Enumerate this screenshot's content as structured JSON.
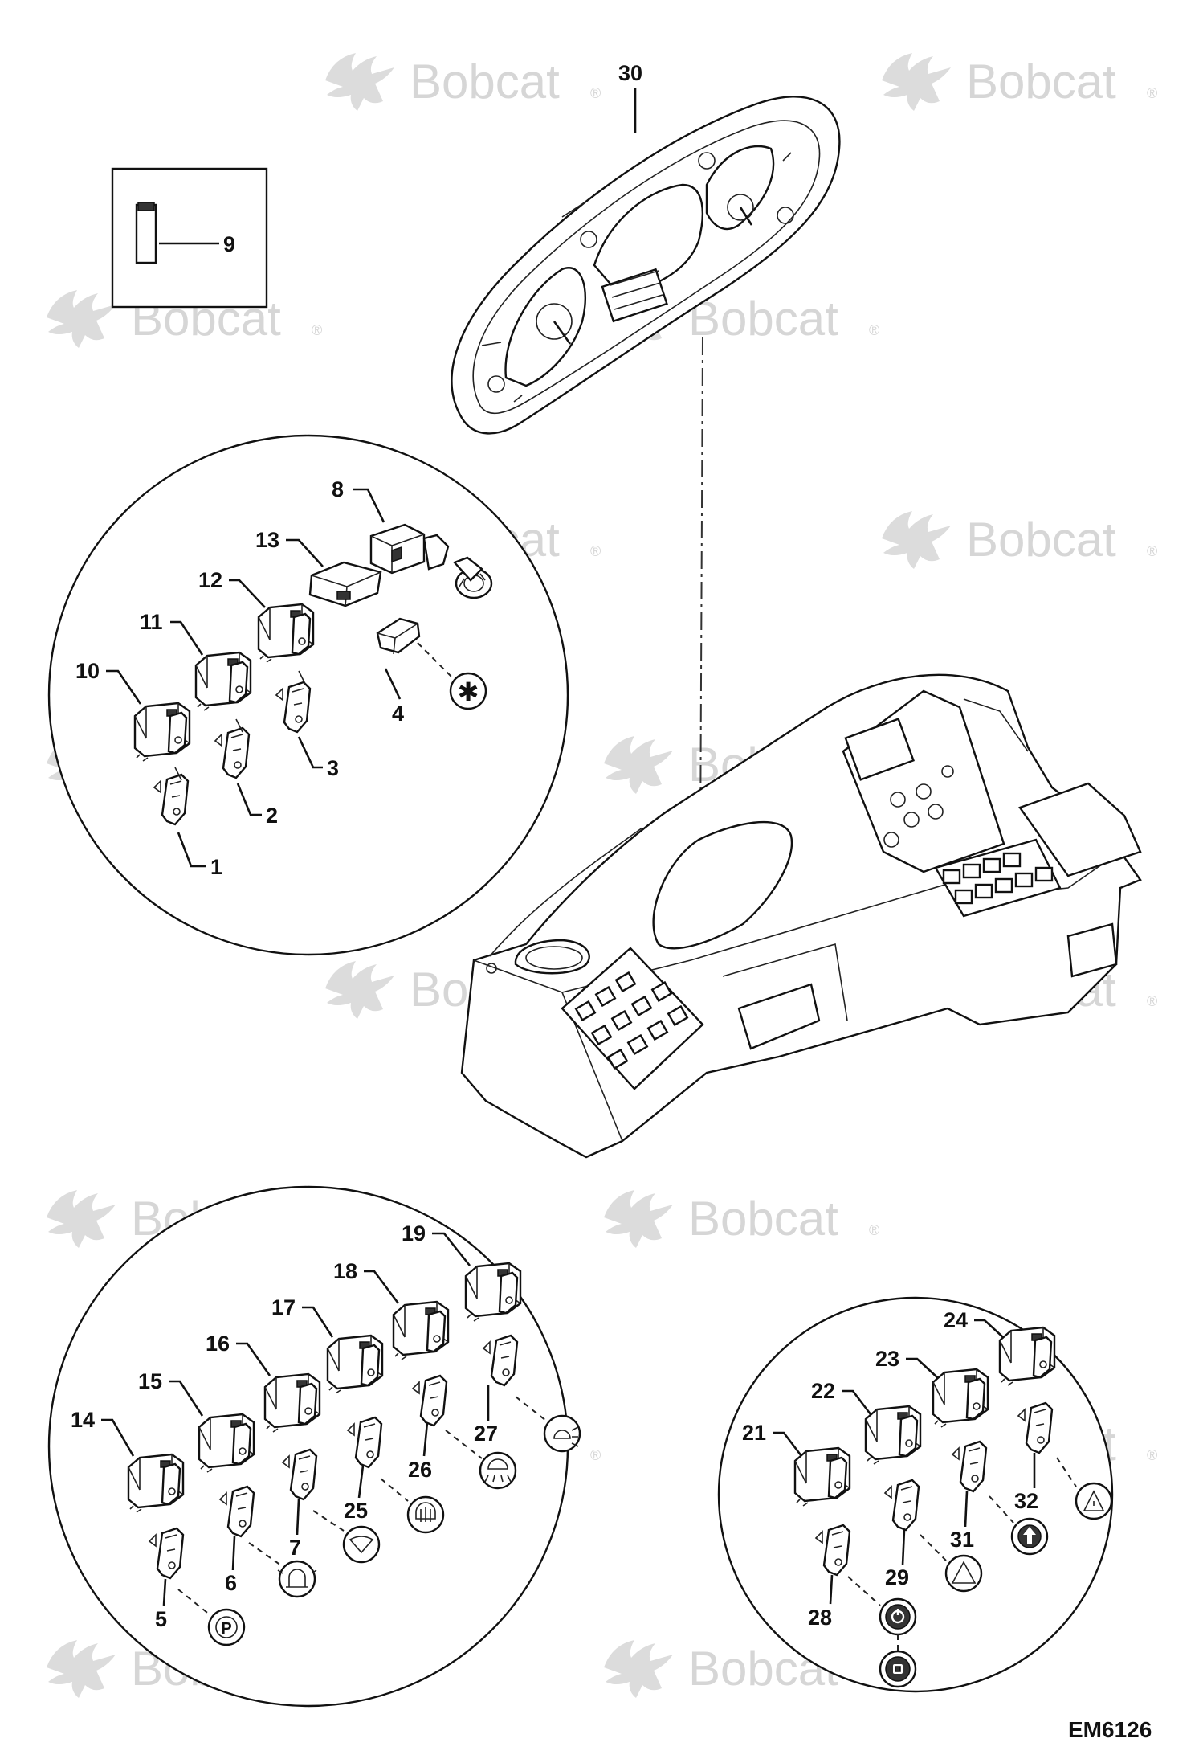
{
  "watermark": {
    "text": "Bobcat",
    "color": "#d9d9d9"
  },
  "drawing_code": "EM6126",
  "callouts": {
    "p1": "1",
    "p2": "2",
    "p3": "3",
    "p4": "4",
    "p5": "5",
    "p6": "6",
    "p7": "7",
    "p8": "8",
    "p9": "9",
    "p10": "10",
    "p11": "11",
    "p12": "12",
    "p13": "13",
    "p14": "14",
    "p15": "15",
    "p16": "16",
    "p17": "17",
    "p18": "18",
    "p19": "19",
    "p21": "21",
    "p22": "22",
    "p23": "23",
    "p24": "24",
    "p25": "25",
    "p26": "26",
    "p27": "27",
    "p28": "28",
    "p29": "29",
    "p30": "30",
    "p31": "31",
    "p32": "32"
  }
}
